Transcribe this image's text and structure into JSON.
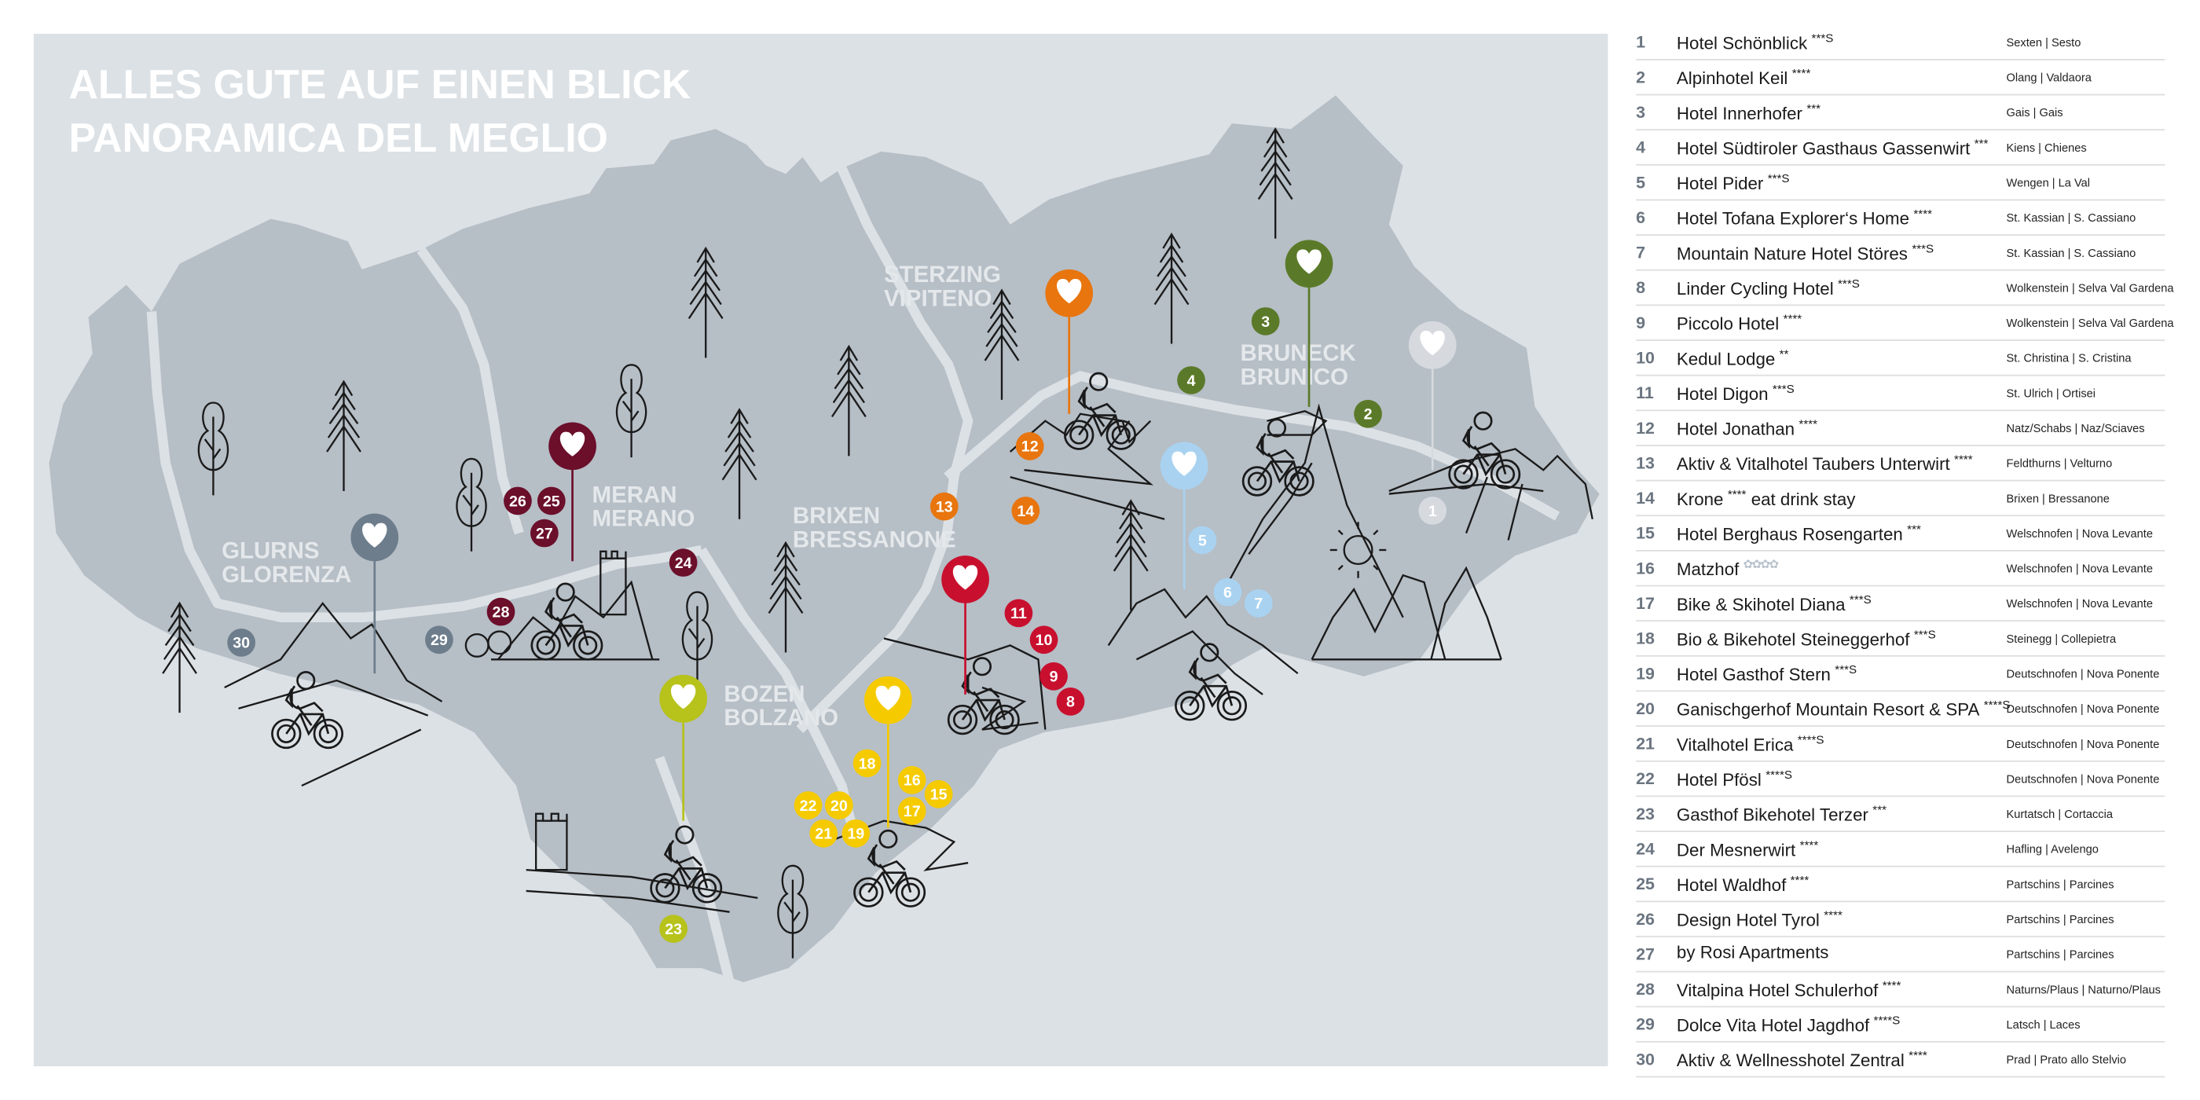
{
  "title": {
    "line1": "ALLES GUTE AUF EINEN BLICK",
    "line2": "PANORAMICA DEL MEGLIO"
  },
  "city_labels": [
    {
      "de": "GLURNS",
      "it": "GLORENZA"
    },
    {
      "de": "MERAN",
      "it": "MERANO"
    },
    {
      "de": "BRIXEN",
      "it": "BRESSANONE"
    },
    {
      "de": "BOZEN",
      "it": "BOLZANO"
    },
    {
      "de": "STERZING",
      "it": "VIPITENO"
    },
    {
      "de": "BRUNECK",
      "it": "BRUNICO"
    }
  ],
  "colors": {
    "background": "#dce1e5",
    "land": "#b6bec6",
    "roads": "#dce1e5",
    "glurns": "#6d7d8c",
    "meran": "#6b0f2a",
    "bozen": "#b7c21a",
    "eggental": "#f5cb00",
    "groeden": "#c8102e",
    "eisacktal": "#e8750e",
    "altabadia": "#a9d2f0",
    "bruneck": "#5b7a29",
    "hochpustertal": "#d6dadf"
  },
  "marker_groups": [
    {
      "id": "glurns",
      "numbers": [
        29,
        30
      ]
    },
    {
      "id": "meran",
      "numbers": [
        24,
        25,
        26,
        27,
        28
      ]
    },
    {
      "id": "bozen",
      "numbers": [
        23
      ]
    },
    {
      "id": "eggental",
      "numbers": [
        15,
        16,
        17,
        18,
        19,
        20,
        21,
        22
      ]
    },
    {
      "id": "groeden",
      "numbers": [
        8,
        9,
        10,
        11
      ]
    },
    {
      "id": "eisacktal",
      "numbers": [
        12,
        13,
        14
      ]
    },
    {
      "id": "altabadia",
      "numbers": [
        5,
        6,
        7
      ]
    },
    {
      "id": "bruneck",
      "numbers": [
        2,
        3,
        4
      ]
    },
    {
      "id": "hochpustertal",
      "numbers": [
        1
      ]
    }
  ],
  "hotels": [
    {
      "number": "1",
      "name": "Hotel Schönblick",
      "rating": "***S",
      "location": "Sexten | Sesto"
    },
    {
      "number": "2",
      "name": "Alpinhotel Keil",
      "rating": "****",
      "location": "Olang | Valdaora"
    },
    {
      "number": "3",
      "name": "Hotel Innerhofer",
      "rating": "***",
      "location": "Gais | Gais"
    },
    {
      "number": "4",
      "name": "Hotel Südtiroler Gasthaus Gassenwirt",
      "rating": "***",
      "location": "Kiens | Chienes"
    },
    {
      "number": "5",
      "name": "Hotel Pider",
      "rating": "***S",
      "location": "Wengen | La Val"
    },
    {
      "number": "6",
      "name": "Hotel Tofana Explorer‘s Home",
      "rating": "****",
      "location": "St. Kassian | S. Cassiano"
    },
    {
      "number": "7",
      "name": "Mountain Nature Hotel Störes",
      "rating": "***S",
      "location": "St. Kassian | S. Cassiano"
    },
    {
      "number": "8",
      "name": "Linder Cycling Hotel",
      "rating": "***S",
      "location": "Wolkenstein | Selva Val Gardena"
    },
    {
      "number": "9",
      "name": "Piccolo Hotel",
      "rating": "****",
      "location": "Wolkenstein | Selva Val Gardena"
    },
    {
      "number": "10",
      "name": "Kedul Lodge",
      "rating": "**",
      "location": "St. Christina | S. Cristina"
    },
    {
      "number": "11",
      "name": "Hotel Digon",
      "rating": "***S",
      "location": "St. Ulrich | Ortisei"
    },
    {
      "number": "12",
      "name": "Hotel Jonathan",
      "rating": "****",
      "location": "Natz/Schabs | Naz/Sciaves"
    },
    {
      "number": "13",
      "name": "Aktiv & Vitalhotel Taubers Unterwirt",
      "rating": "****",
      "location": "Feldthurns | Velturno"
    },
    {
      "number": "14",
      "name": "Krone",
      "rating": "****",
      "suffix": "eat drink stay",
      "location": "Brixen | Bressanone"
    },
    {
      "number": "15",
      "name": "Hotel Berghaus Rosengarten",
      "rating": "***",
      "location": "Welschnofen | Nova Levante"
    },
    {
      "number": "16",
      "name": "Matzhof",
      "rating": "✿✿✿✿",
      "flower": true,
      "location": "Welschnofen | Nova Levante"
    },
    {
      "number": "17",
      "name": "Bike & Skihotel Diana",
      "rating": "***S",
      "location": "Welschnofen | Nova Levante"
    },
    {
      "number": "18",
      "name": "Bio & Bikehotel Steineggerhof",
      "rating": "***S",
      "location": "Steinegg | Collepietra"
    },
    {
      "number": "19",
      "name": "Hotel Gasthof Stern",
      "rating": "***S",
      "location": "Deutschnofen | Nova Ponente"
    },
    {
      "number": "20",
      "name": "Ganischgerhof  Mountain Resort & SPA",
      "rating": "****S",
      "location": "Deutschnofen | Nova Ponente"
    },
    {
      "number": "21",
      "name": "Vitalhotel Erica",
      "rating": "****S",
      "location": "Deutschnofen | Nova Ponente"
    },
    {
      "number": "22",
      "name": "Hotel Pfösl",
      "rating": "****S",
      "location": "Deutschnofen | Nova Ponente"
    },
    {
      "number": "23",
      "name": "Gasthof Bikehotel Terzer",
      "rating": "***",
      "location": "Kurtatsch | Cortaccia"
    },
    {
      "number": "24",
      "name": "Der Mesnerwirt",
      "rating": "****",
      "location": "Hafling | Avelengo"
    },
    {
      "number": "25",
      "name": "Hotel Waldhof",
      "rating": "****",
      "location": "Partschins | Parcines"
    },
    {
      "number": "26",
      "name": "Design Hotel Tyrol",
      "rating": "****",
      "location": "Partschins | Parcines"
    },
    {
      "number": "27",
      "name": "by Rosi Apartments",
      "rating": "",
      "location": "Partschins | Parcines"
    },
    {
      "number": "28",
      "name": "Vitalpina Hotel Schulerhof",
      "rating": "****",
      "location": "Naturns/Plaus | Naturno/Plaus"
    },
    {
      "number": "29",
      "name": "Dolce Vita Hotel Jagdhof",
      "rating": "****S",
      "location": "Latsch | Laces"
    },
    {
      "number": "30",
      "name": "Aktiv & Wellnesshotel Zentral",
      "rating": "****",
      "location": "Prad | Prato allo Stelvio"
    }
  ]
}
